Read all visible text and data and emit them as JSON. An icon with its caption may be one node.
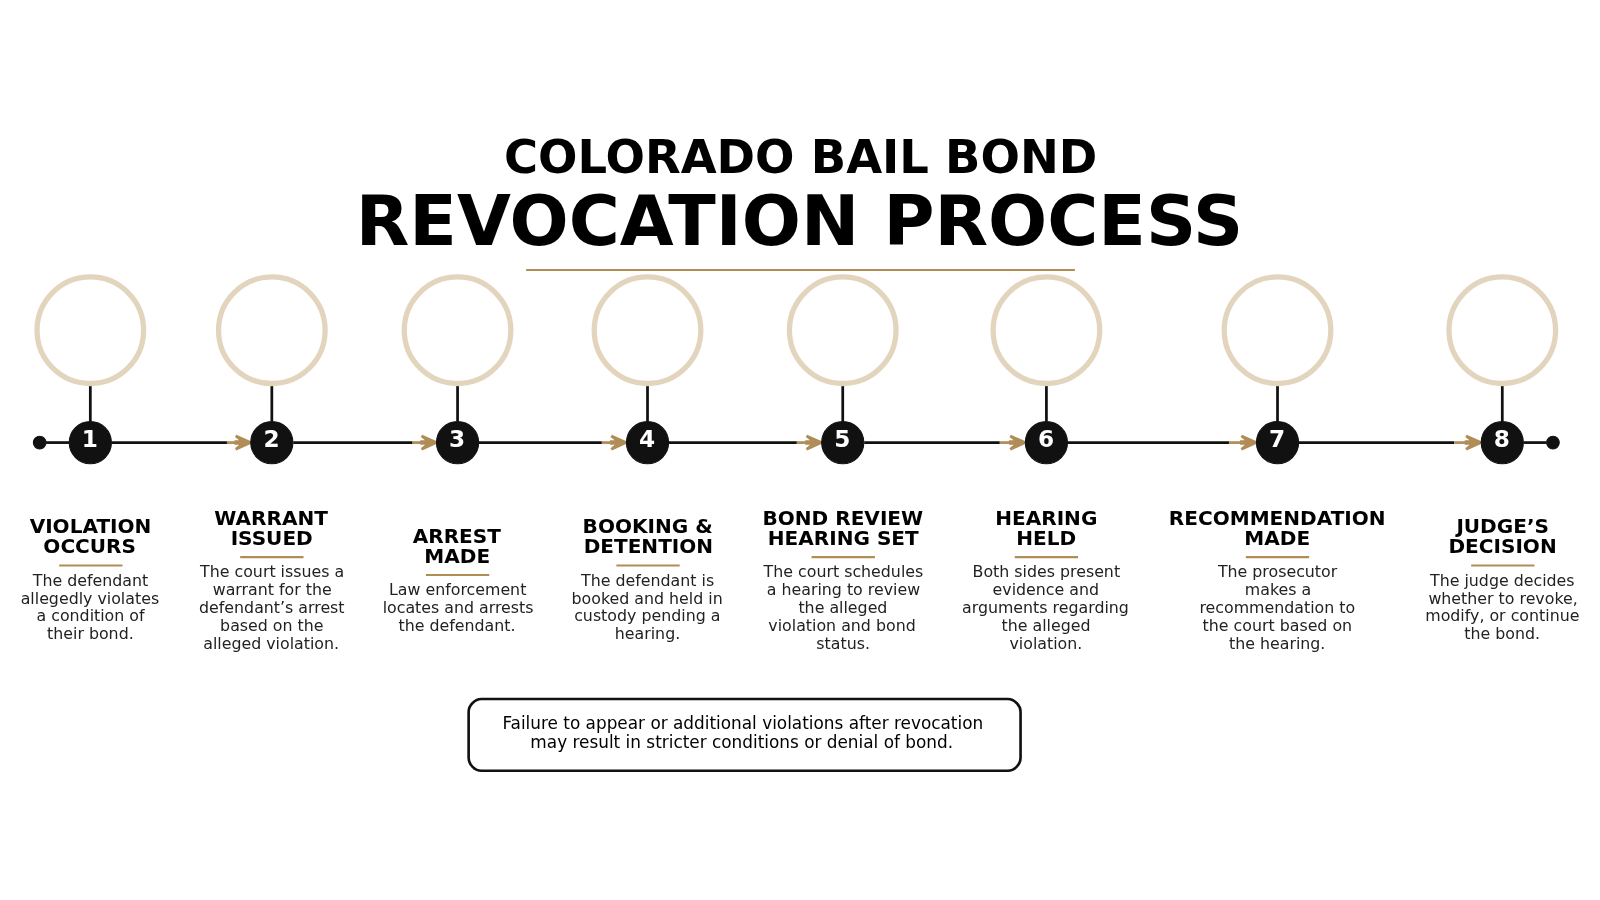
{
  "diagram": {
    "title": "COLORADO BAIL BOND REVOCATION PROCESS",
    "nodes": [
      {
        "text": [],
        "shape": "dot"
      },
      {
        "text": [],
        "shape": "circle"
      },
      {
        "text": [
          "1"
        ],
        "beside": [
          "VIOLATION OCCURS",
          "The defendant allegedly violates a condition of their bond."
        ]
      },
      {
        "text": [],
        "shape": "circle"
      },
      {
        "text": [
          "2"
        ],
        "beside": [
          "WARRANT ISSUED",
          "The court issues a warrant for the defendant’s arrest based on the alleged violation."
        ]
      },
      {
        "text": [],
        "shape": "circle"
      },
      {
        "text": [
          "3"
        ],
        "beside": [
          "ARREST MADE",
          "Law enforcement locates and arrests the defendant."
        ]
      },
      {
        "text": [],
        "shape": "circle"
      },
      {
        "text": [
          "4"
        ],
        "beside": [
          "BOOKING & DETENTION",
          "The defendant is booked and held in custody pending a hearing."
        ]
      },
      {
        "text": [],
        "shape": "circle"
      },
      {
        "text": [
          "5"
        ],
        "beside": [
          "BOND REVIEW HEARING SET",
          "The court schedules a hearing to review the alleged violation and bond status."
        ]
      },
      {
        "text": [],
        "shape": "circle"
      },
      {
        "text": [
          "6"
        ],
        "beside": [
          "HEARING HELD",
          "Both sides present evidence and arguments regarding the alleged violation."
        ]
      },
      {
        "text": [],
        "shape": "circle"
      },
      {
        "text": [
          "7"
        ],
        "beside": [
          "RECOMMENDATION MADE",
          "The prosecutor makes a recommendation to the court based on the hearing."
        ]
      },
      {
        "text": [],
        "shape": "circle"
      },
      {
        "text": [
          "8"
        ],
        "beside": [
          "JUDGE’S DECISION",
          "The judge decides whether to revoke, modify, or continue the bond."
        ]
      },
      {
        "text": [],
        "shape": "dot"
      },
      {
        "text": [
          "Failure to appear or additional violations after revocation may result in stricter conditions or denial of bond."
        ]
      }
    ],
    "edges": [
      {
        "from": 0,
        "to": 2,
        "arrow": "none"
      },
      {
        "from": 1,
        "to": 2,
        "arrow": "none"
      },
      {
        "from": 2,
        "to": 4,
        "arrow": "to"
      },
      {
        "from": 3,
        "to": 4,
        "arrow": "none"
      },
      {
        "from": 4,
        "to": 6,
        "arrow": "to"
      },
      {
        "from": 5,
        "to": 6,
        "arrow": "none"
      },
      {
        "from": 6,
        "to": 8,
        "arrow": "to"
      },
      {
        "from": 7,
        "to": 8,
        "arrow": "none"
      },
      {
        "from": 8,
        "to": 10,
        "arrow": "to"
      },
      {
        "from": 9,
        "to": 10,
        "arrow": "none"
      },
      {
        "from": 10,
        "to": 12,
        "arrow": "to"
      },
      {
        "from": 11,
        "to": 12,
        "arrow": "none"
      },
      {
        "from": 12,
        "to": 14,
        "arrow": "to"
      },
      {
        "from": 13,
        "to": 14,
        "arrow": "none"
      },
      {
        "from": 14,
        "to": 16,
        "arrow": "to"
      },
      {
        "from": 15,
        "to": 16,
        "arrow": "none"
      },
      {
        "from": 16,
        "to": 17,
        "arrow": "none"
      }
    ]
  }
}
